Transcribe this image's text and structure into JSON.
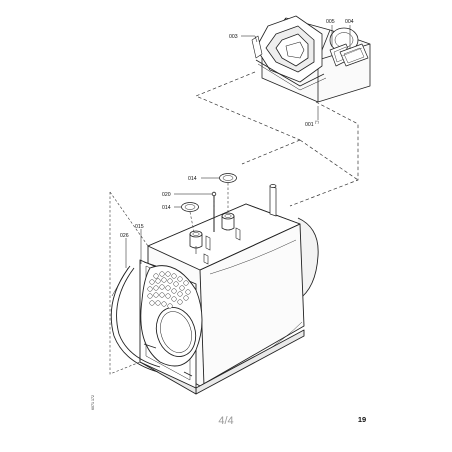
{
  "labels": {
    "p003": "003",
    "p005": "005",
    "p004": "004",
    "p001": "001",
    "p001_note": "(*)",
    "p014a": "014",
    "p020": "020",
    "p014b": "014",
    "p015": "015",
    "p026": "026"
  },
  "page_number": "4/4",
  "sheet_number": "19",
  "side_code": "6071 172"
}
